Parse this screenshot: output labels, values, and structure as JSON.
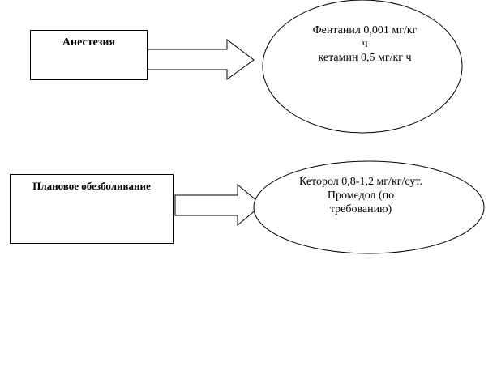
{
  "boxes": {
    "anesthesia": {
      "label": "Анестезия"
    },
    "planned": {
      "label": "Плановое обезболивание"
    }
  },
  "ellipses": {
    "anesthesia": {
      "lines": [
        "Фентанил 0,001 мг/кг",
        "ч",
        "кетамин 0,5 мг/кг ч"
      ]
    },
    "planned": {
      "lines": [
        "Кеторол 0,8-1,2 мг/кг/сут.",
        "Промедол (по",
        "требованию)"
      ]
    }
  }
}
